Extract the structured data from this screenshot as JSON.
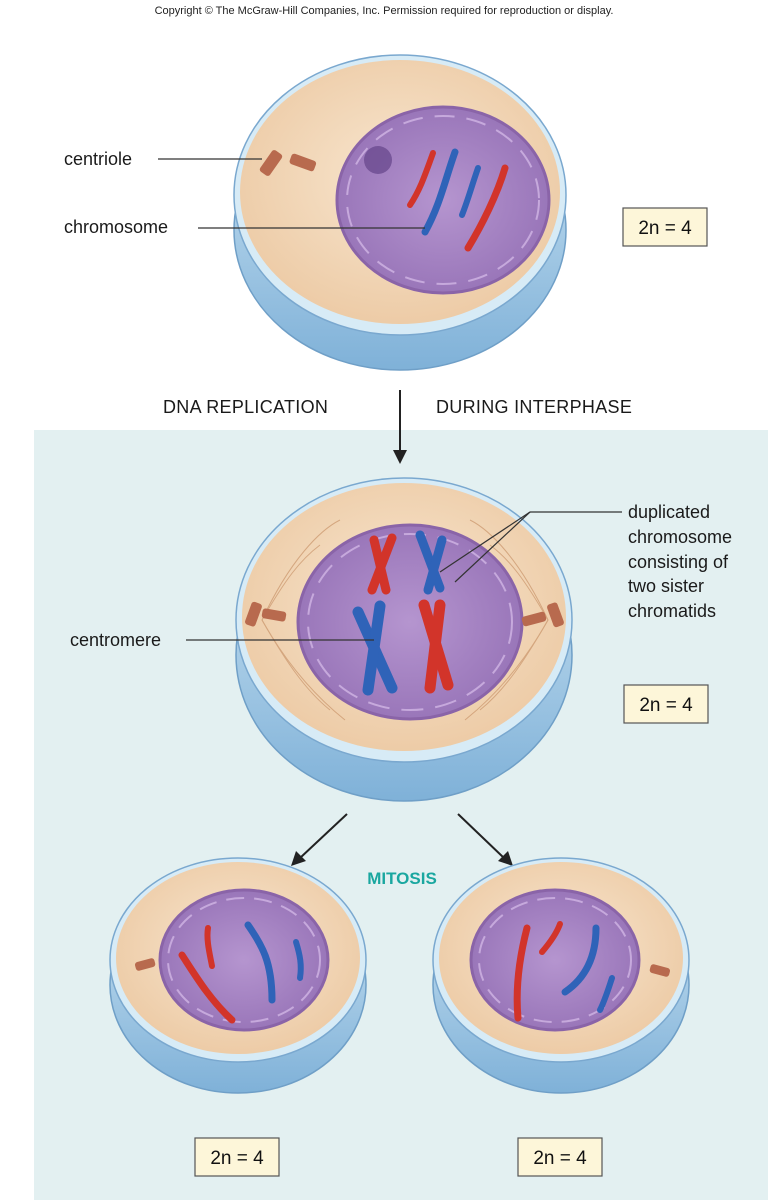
{
  "copyright": "Copyright © The McGraw-Hill Companies, Inc. Permission required for reproduction or display.",
  "labels": {
    "centriole": "centriole",
    "chromosome": "chromosome",
    "centromere": "centromere",
    "duplicated": [
      "duplicated",
      "chromosome",
      "consisting of",
      "two sister",
      "chromatids"
    ]
  },
  "steps": {
    "dna_replication": "DNA REPLICATION",
    "during_interphase": "DURING INTERPHASE",
    "mitosis": "MITOSIS"
  },
  "ploidy": {
    "parent": "2n = 4",
    "replicated": "2n = 4",
    "daughter_left": "2n = 4",
    "daughter_right": "2n = 4"
  },
  "colors": {
    "panel": "#e3f0f1",
    "cell_rim": "#a9cfe6",
    "cytoplasm": "#f4dcc0",
    "nucleus": "#a884c2",
    "chromosome_red": "#d2342a",
    "chromosome_blue": "#2f63b8",
    "centriole": "#b86a4e",
    "mitosis_label": "#1aa7a0"
  }
}
